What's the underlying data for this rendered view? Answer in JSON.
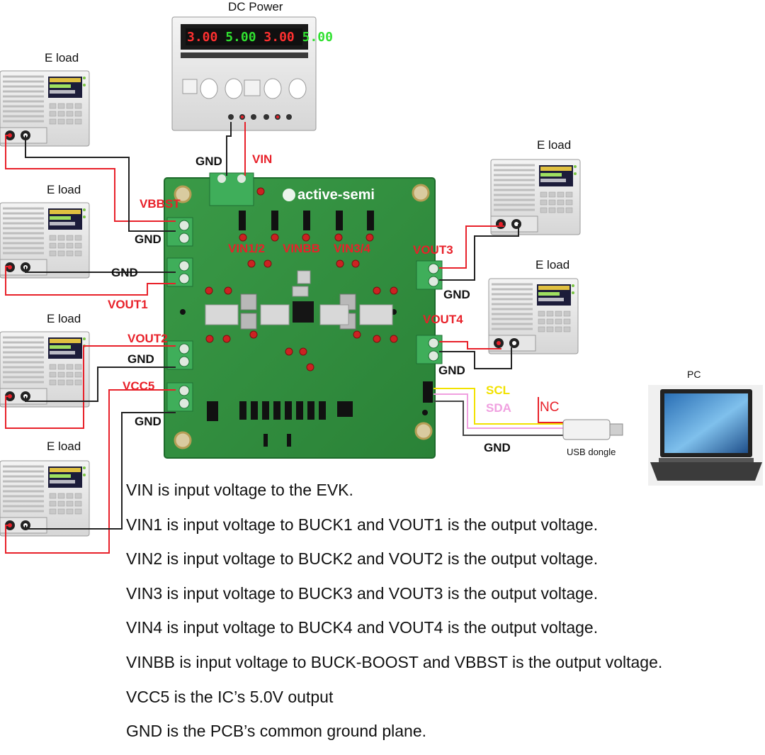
{
  "devices": {
    "dc_power": {
      "title": "DC Power",
      "display": [
        "3.00",
        "5.00",
        "3.00",
        "5.00"
      ]
    },
    "eload_title": "E load",
    "pc_title": "PC",
    "usb_dongle": "USB dongle",
    "board_brand": "active-semi"
  },
  "wire_labels": {
    "gnd": "GND",
    "vin": "VIN",
    "vbbst": "VBBST",
    "vin12": "VIN1/2",
    "vinbb": "VINBB",
    "vin34": "VIN3/4",
    "vout1": "VOUT1",
    "vout2": "VOUT2",
    "vout3": "VOUT3",
    "vout4": "VOUT4",
    "vcc5": "VCC5",
    "scl": "SCL",
    "sda": "SDA",
    "nc": "NC"
  },
  "notes": [
    "VIN is input voltage to the EVK.",
    "VIN1 is input voltage to BUCK1 and VOUT1 is the output voltage.",
    "VIN2 is input voltage to BUCK2 and VOUT2 is the output voltage.",
    "VIN3 is input voltage to BUCK3 and VOUT3 is the output voltage.",
    "VIN4 is input voltage to BUCK4 and VOUT4 is the output voltage.",
    "VINBB is input voltage to BUCK-BOOST and VBBST is the output voltage.",
    "VCC5 is the IC’s 5.0V output",
    "GND is the PCB’s common ground plane."
  ],
  "colors": {
    "pcb": "#2e8b3c",
    "wire_red": "#e8212a",
    "wire_black": "#222222",
    "wire_yellow": "#f2e200",
    "wire_pink": "#f0a0e0"
  }
}
